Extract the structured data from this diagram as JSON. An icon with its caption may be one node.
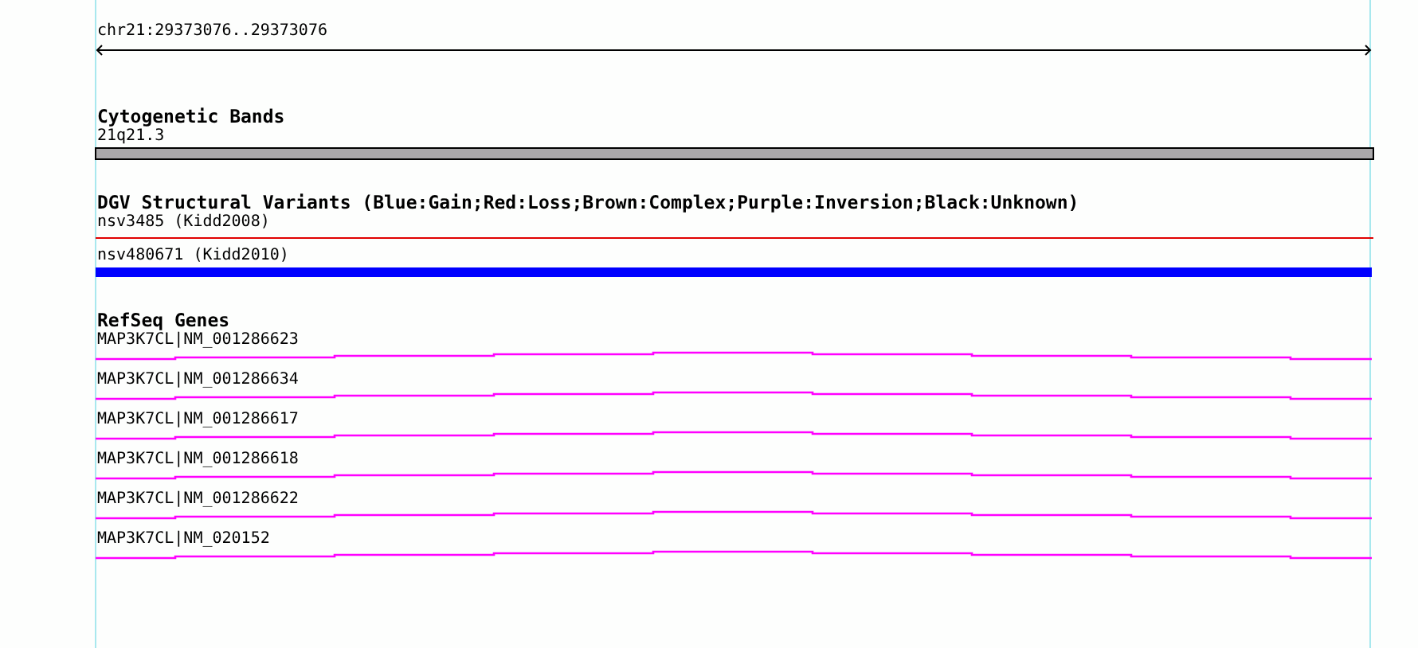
{
  "diagram": {
    "labels": [
      "chr21:29373076..29373076",
      "Cytogenetic Bands",
      "21q21.3",
      "DGV Structural Variants (Blue:Gain;Red:Loss;Brown:Complex;Purple:Inversion;Black:Unknown)",
      "nsv3485 (Kidd2008)",
      "nsv480671 (Kidd2010)",
      "RefSeq Genes",
      "MAP3K7CL|NM_001286623",
      "MAP3K7CL|NM_001286634",
      "MAP3K7CL|NM_001286617",
      "MAP3K7CL|NM_001286618",
      "MAP3K7CL|NM_001286622",
      "MAP3K7CL|NM_020152"
    ]
  }
}
